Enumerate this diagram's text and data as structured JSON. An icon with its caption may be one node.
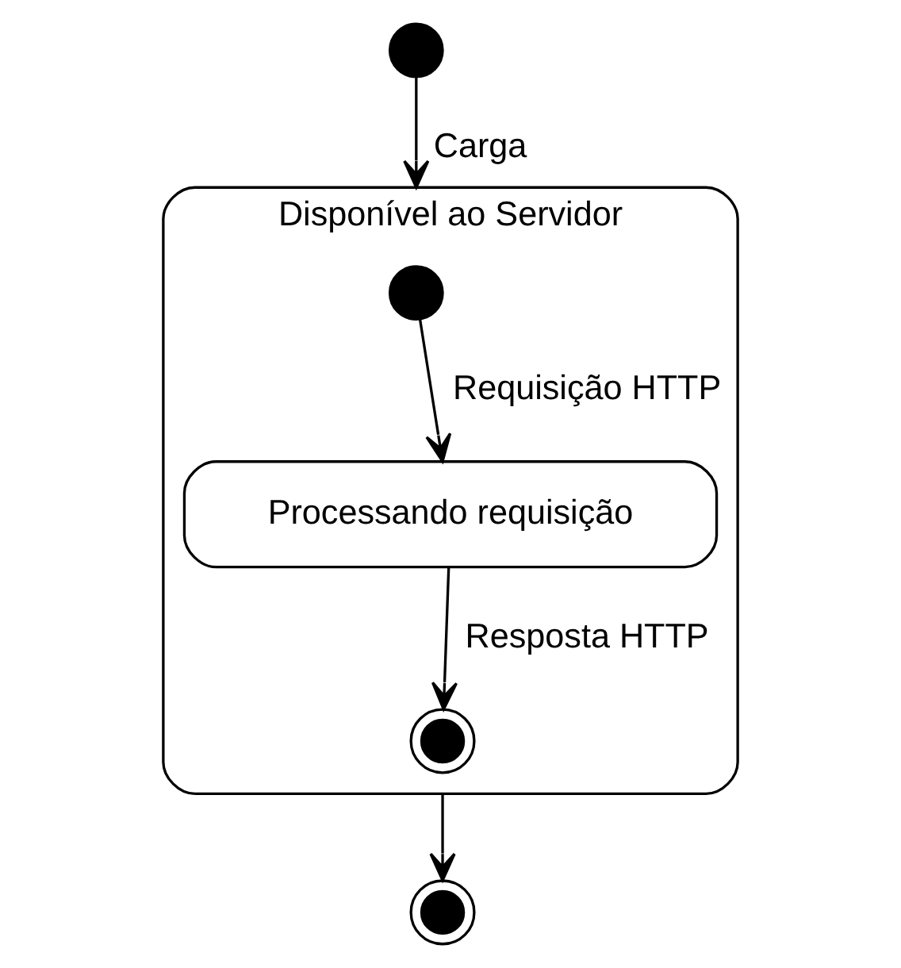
{
  "diagram": {
    "nodes": [
      {
        "text": [],
        "shape": "circle"
      },
      {
        "text": [
          "Disponível ao Servidor"
        ]
      },
      {
        "text": [],
        "shape": "circle",
        "in": 1
      },
      {
        "text": [
          "Processando requisição"
        ],
        "in": 1
      },
      {
        "text": [],
        "shape": "circle",
        "in": 1
      },
      {
        "text": [],
        "shape": "circle"
      }
    ],
    "edges": [
      {
        "from": 0,
        "to": 1,
        "arrow": "to",
        "label": "Carga"
      },
      {
        "from": 2,
        "to": 3,
        "arrow": "to",
        "label": "Requisição HTTP"
      },
      {
        "from": 3,
        "to": 4,
        "arrow": "to",
        "label": "Resposta HTTP"
      },
      {
        "from": 1,
        "to": 5,
        "arrow": "to"
      }
    ]
  }
}
